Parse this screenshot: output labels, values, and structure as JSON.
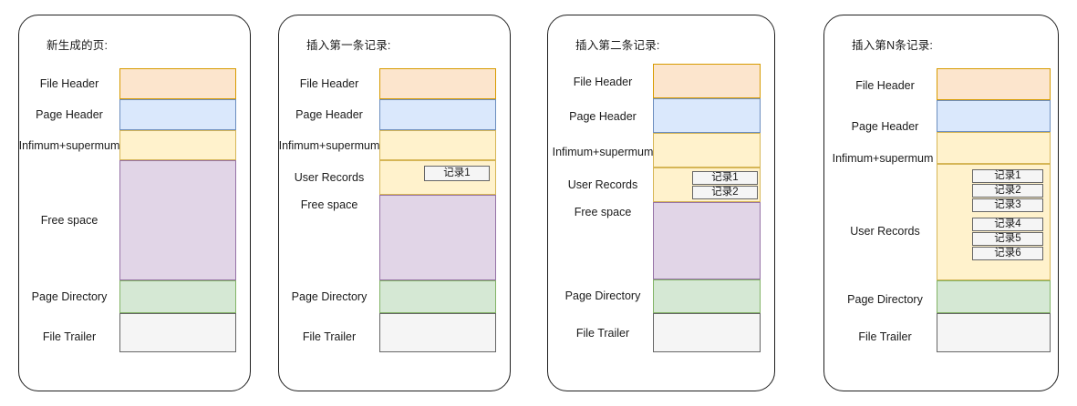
{
  "diagram": {
    "title_implicit": "InnoDB page record insertion stages",
    "colors": {
      "file_header": "#fce5cd",
      "file_header_border": "#d79b00",
      "page_header": "#dae8fc",
      "page_header_border": "#6c8ebf",
      "infimum": "#fff2cc",
      "infimum_border": "#d6b656",
      "user_records": "#fff2cc",
      "user_records_border": "#d6b656",
      "free_space": "#e1d5e7",
      "free_space_border": "#9673a6",
      "page_directory": "#d5e8d4",
      "page_directory_border": "#82b366",
      "file_trailer": "#f5f5f5",
      "file_trailer_border": "#666666",
      "panel_border": "#1f1f1f",
      "record_chip_bg": "#f5f5f5",
      "record_chip_border": "#666666"
    },
    "panels": [
      {
        "id": "panel-new-page",
        "title": "新生成的页:",
        "labels": [
          "File Header",
          "Page Header",
          "Infimum+supermum",
          "Free space",
          "Page Directory",
          "File Trailer"
        ],
        "records": []
      },
      {
        "id": "panel-first-record",
        "title": "插入第一条记录:",
        "labels": [
          "File Header",
          "Page Header",
          "Infimum+supermum",
          "User Records",
          "Free space",
          "Page Directory",
          "File Trailer"
        ],
        "records": [
          "记录1"
        ]
      },
      {
        "id": "panel-second-record",
        "title": "插入第二条记录:",
        "labels": [
          "File Header",
          "Page Header",
          "Infimum+supermum",
          "User Records",
          "Free space",
          "Page Directory",
          "File Trailer"
        ],
        "records": [
          "记录1",
          "记录2"
        ]
      },
      {
        "id": "panel-nth-record",
        "title": "插入第N条记录:",
        "labels": [
          "File Header",
          "Page Header",
          "Infimum+supermum",
          "User Records",
          "Page Directory",
          "File Trailer"
        ],
        "records": [
          "记录1",
          "记录2",
          "记录3",
          "记录4",
          "记录5",
          "记录6"
        ]
      }
    ]
  }
}
